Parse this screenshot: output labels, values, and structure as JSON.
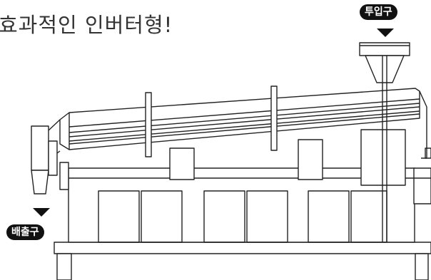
{
  "title": "효과적인 인버터형!",
  "labels": {
    "inlet": "투입구",
    "outlet": "배출구"
  },
  "colors": {
    "line": "#222222",
    "badge_bg": "#111111",
    "badge_text": "#ffffff",
    "title_text": "#333333"
  }
}
